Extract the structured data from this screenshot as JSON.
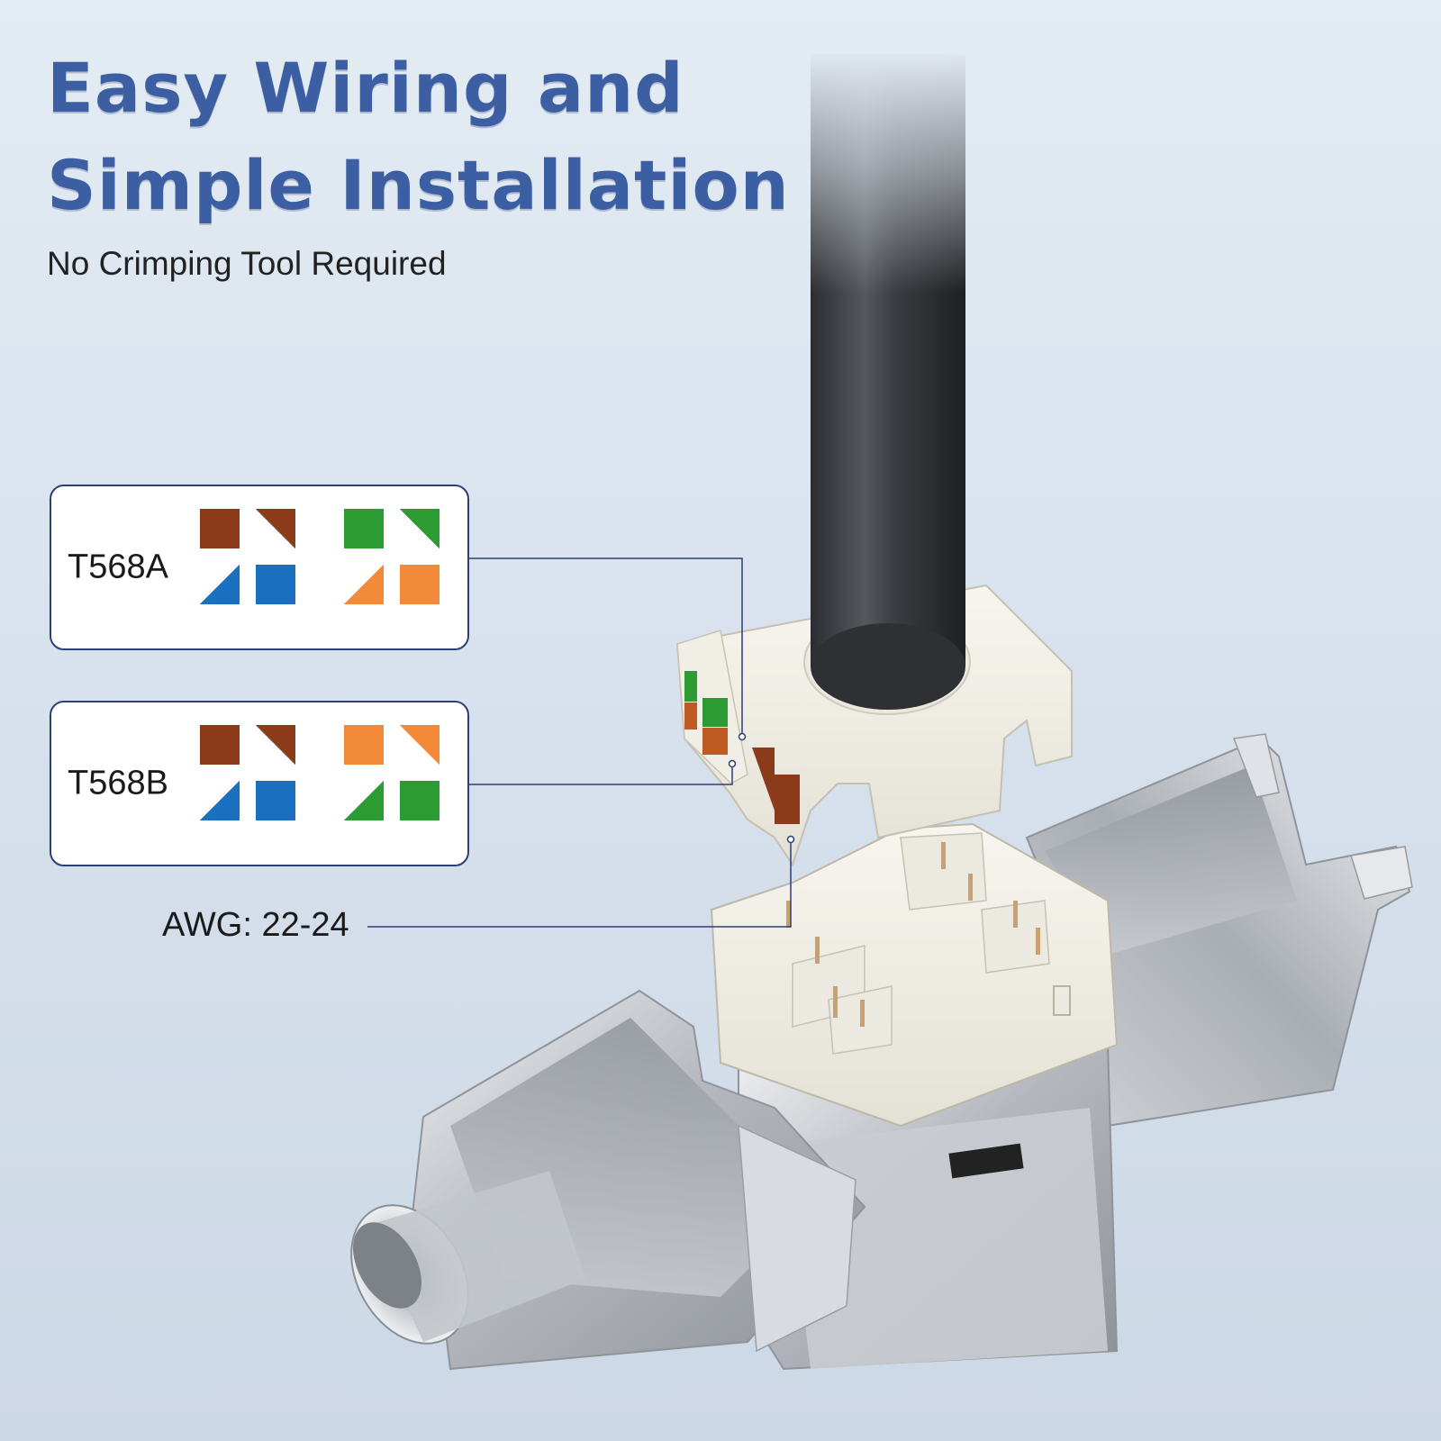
{
  "headline": {
    "line1": "Easy Wiring and",
    "line2": "Simple Installation"
  },
  "subhead": "No Crimping Tool Required",
  "wiring_standards": [
    {
      "label": "T568A",
      "swatches": [
        {
          "color": "#8b3b19",
          "style": "solid"
        },
        {
          "color": "#8b3b19",
          "style": "stripe"
        },
        {
          "color": "#1b6fc0",
          "style": "stripe"
        },
        {
          "color": "#1b6fc0",
          "style": "solid"
        },
        {
          "color": "#2d9b34",
          "style": "solid"
        },
        {
          "color": "#2d9b34",
          "style": "stripe"
        },
        {
          "color": "#f28a3a",
          "style": "stripe"
        },
        {
          "color": "#f28a3a",
          "style": "solid"
        }
      ]
    },
    {
      "label": "T568B",
      "swatches": [
        {
          "color": "#8b3b19",
          "style": "solid"
        },
        {
          "color": "#8b3b19",
          "style": "stripe"
        },
        {
          "color": "#1b6fc0",
          "style": "stripe"
        },
        {
          "color": "#1b6fc0",
          "style": "solid"
        },
        {
          "color": "#f28a3a",
          "style": "solid"
        },
        {
          "color": "#f28a3a",
          "style": "stripe"
        },
        {
          "color": "#2d9b34",
          "style": "stripe"
        },
        {
          "color": "#2d9b34",
          "style": "solid"
        }
      ]
    }
  ],
  "awg_label": "AWG: 22-24",
  "colors": {
    "headline": "#3c5fa4",
    "card_border": "#2d3f73",
    "callout_line": "#2d3f73"
  }
}
